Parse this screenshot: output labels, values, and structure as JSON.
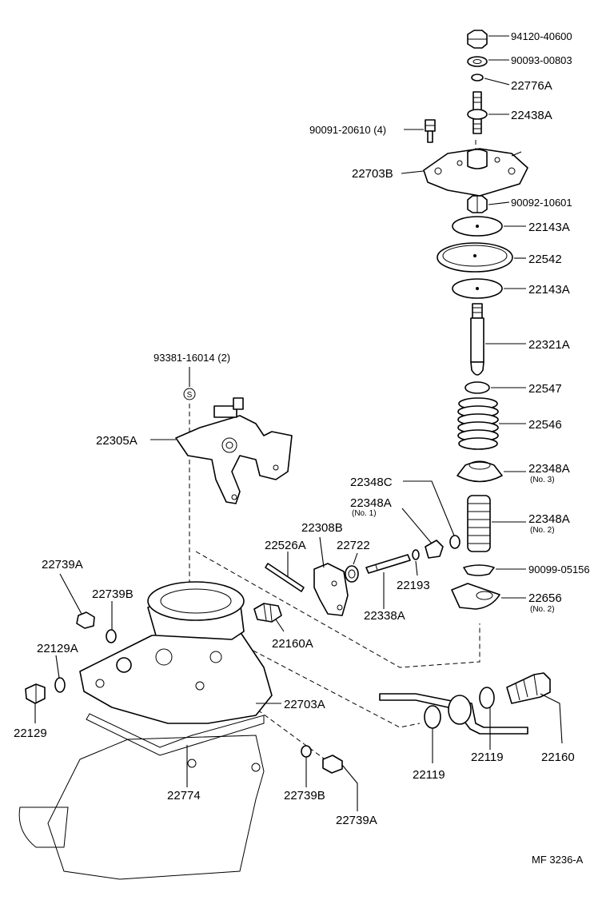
{
  "labels": {
    "p94120": "94120-40600",
    "p90093": "90093-00803",
    "p22776A": "22776A",
    "p22438A": "22438A",
    "p90091": "90091-20610 (4)",
    "p22703B": "22703B",
    "p90092": "90092-10601",
    "p22143A_top": "22143A",
    "p22542": "22542",
    "p22143A_bot": "22143A",
    "p22321A": "22321A",
    "p93381": "93381-16014 (2)",
    "p22547": "22547",
    "p22305A": "22305A",
    "p22546": "22546",
    "p22348A_n3": "22348A",
    "p22348A_n3_sub": "(No. 3)",
    "p22348C": "22348C",
    "p22348A_n1": "22348A",
    "p22348A_n1_sub": "(No. 1)",
    "p22348A_n2": "22348A",
    "p22348A_n2_sub": "(No. 2)",
    "p22308B": "22308B",
    "p22526A": "22526A",
    "p22722": "22722",
    "p90099": "90099-05156",
    "p22193": "22193",
    "p22739A_left": "22739A",
    "p22656": "22656",
    "p22656_sub": "(No. 2)",
    "p22739B_left": "22739B",
    "p22338A": "22338A",
    "p22160A": "22160A",
    "p22129A": "22129A",
    "p22703A": "22703A",
    "p22129": "22129",
    "p22119_right": "22119",
    "p22160": "22160",
    "p22119_left": "22119",
    "p22774": "22774",
    "p22739B_right": "22739B",
    "p22739A_right": "22739A",
    "s_symbol": "S",
    "figure_code": "MF  3236-A"
  }
}
